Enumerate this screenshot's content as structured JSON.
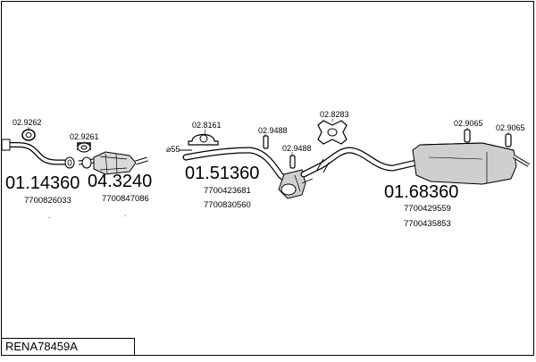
{
  "diagram_ref": "RENA78459A",
  "groups": [
    {
      "code": "01.14360",
      "parts": [
        "7700826033"
      ],
      "footnote": "."
    },
    {
      "code": "04.3240",
      "parts": [
        "7700847086"
      ],
      "footnote": "."
    },
    {
      "code": "01.51360",
      "parts": [
        "7700423681",
        "7700830560"
      ]
    },
    {
      "code": "01.68360",
      "parts": [
        "7700429559",
        "7700435853"
      ]
    }
  ],
  "accessories": [
    "02.9262",
    "02.9261",
    "02.8161",
    "02.9488",
    "02.9488",
    "02.8283",
    "02.9065",
    "02.9065"
  ],
  "pipe_diameter": "⌀55"
}
